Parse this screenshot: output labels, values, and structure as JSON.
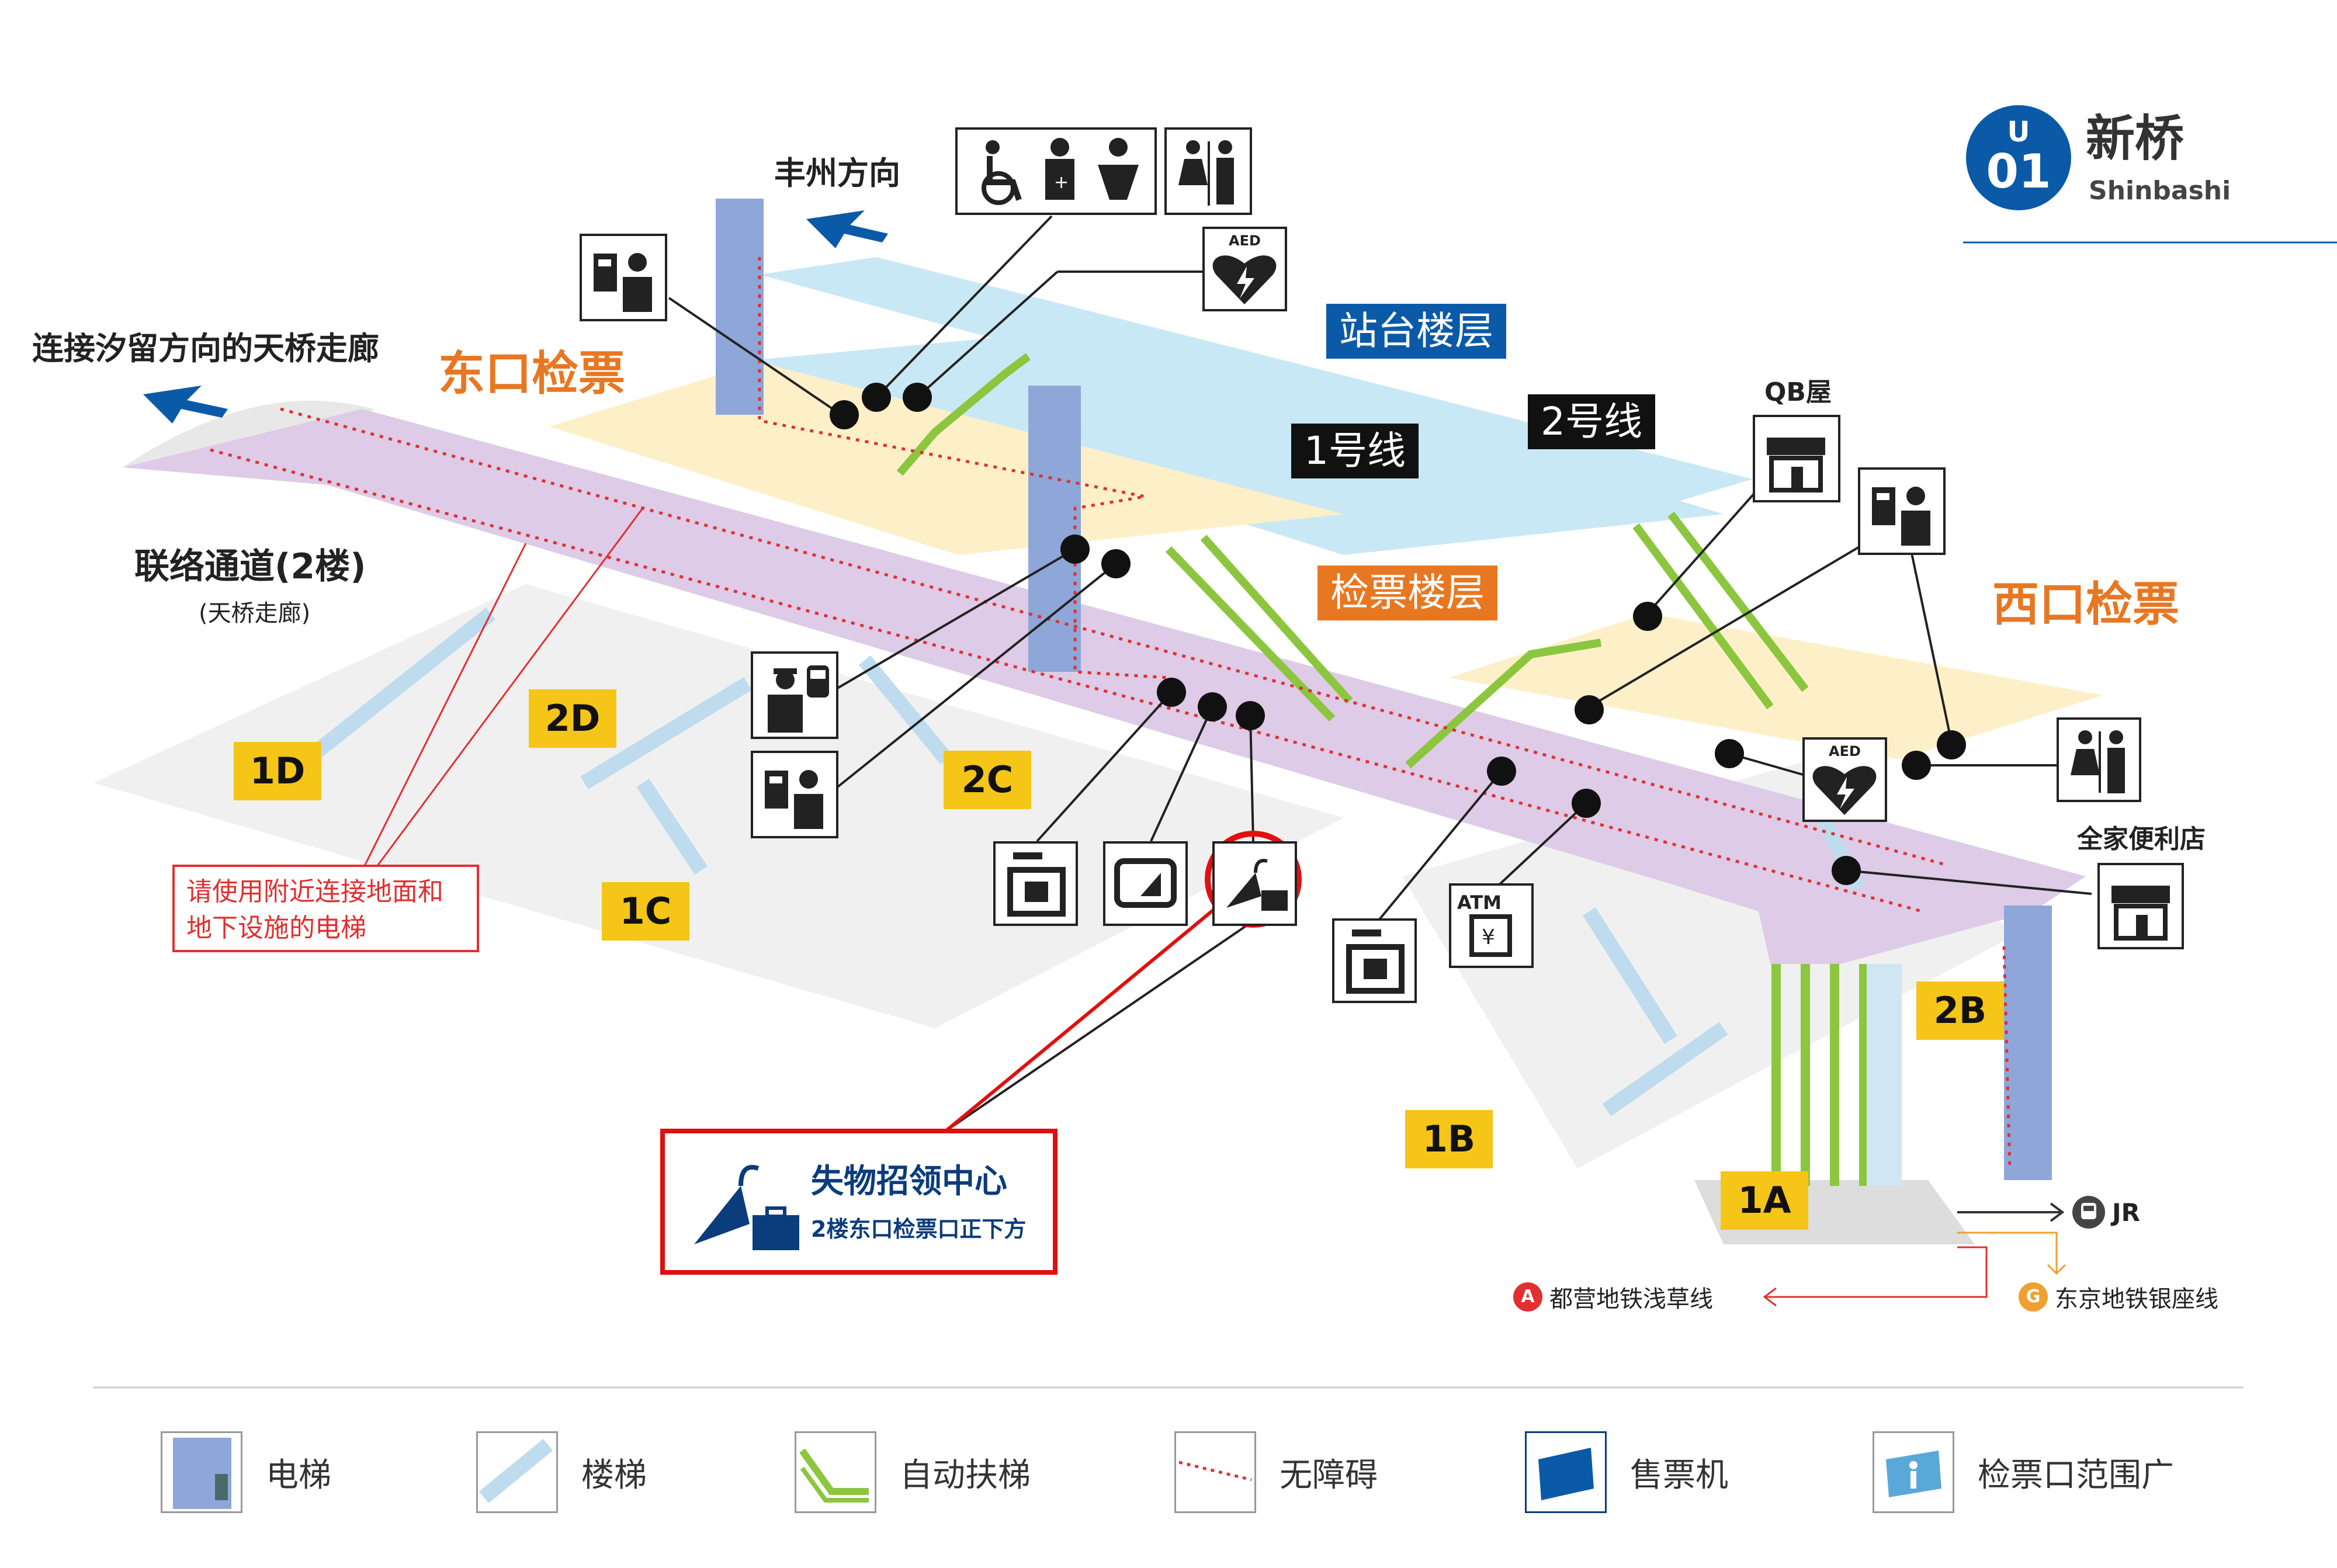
{
  "station": {
    "line_letter": "U",
    "number": "01",
    "name_cn": "新桥",
    "name_en": "Shinbashi",
    "badge_color": "#0b5aa8"
  },
  "direction_labels": {
    "toyosu": "丰州方向",
    "shiodome": "连接汐留方向的天桥走廊"
  },
  "areas": {
    "east_gate": "东口检票",
    "west_gate": "西口检票",
    "platform_floor": "站台楼层",
    "gate_floor": "检票楼层",
    "line1": "1号线",
    "line2": "2号线",
    "corridor": "联络通道(2楼)",
    "corridor_sub": "(天桥走廊)"
  },
  "exits": [
    "1D",
    "2D",
    "2C",
    "1C",
    "1B",
    "2B",
    "1A"
  ],
  "notice_elevator": "请使用附近连接地面和地下设施的电梯",
  "lost_found": {
    "title": "失物招领中心",
    "sub": "2楼东口检票口正下方"
  },
  "shops": {
    "qb": "QB屋",
    "familymart": "全家便利店"
  },
  "transfers": {
    "jr": "JR",
    "asakusa_letter": "A",
    "asakusa": "都营地铁浅草线",
    "ginza_letter": "G",
    "ginza": "东京地铁银座线"
  },
  "icons": {
    "aed": "AED",
    "atm": "ATM"
  },
  "legend": [
    {
      "icon": "elevator-icon",
      "label": "电梯"
    },
    {
      "icon": "stairs-icon",
      "label": "楼梯"
    },
    {
      "icon": "escalator-icon",
      "label": "自动扶梯"
    },
    {
      "icon": "barrier-free-icon",
      "label": "无障碍"
    },
    {
      "icon": "ticket-machine-icon",
      "label": "售票机"
    },
    {
      "icon": "wide-gate-icon",
      "label": "检票口范围广"
    }
  ],
  "colors": {
    "gate_area": "#fdf0c8",
    "corridor": "#dcc8e6",
    "platform": "#bfe3f2",
    "elevator": "#8ea6d8",
    "escalator": "#8cc63f",
    "barrier_free": "#e03030",
    "accent_orange": "#e87722",
    "exit_yellow": "#f5c518",
    "lost_red": "#e01010"
  }
}
